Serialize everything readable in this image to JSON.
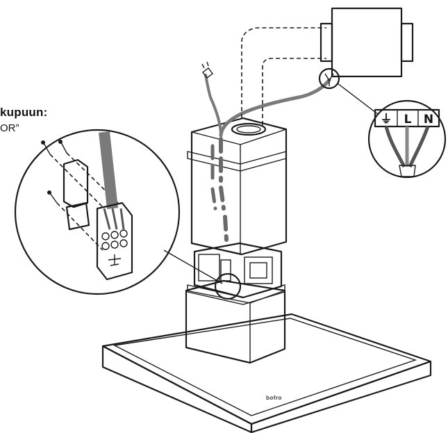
{
  "labels": {
    "connection_heading": "kupuun:",
    "connection_sub": "OR”"
  },
  "terminals": {
    "earth_symbol": "⏚",
    "live": "L",
    "neutral": "N"
  },
  "logo_text": "bofro",
  "colors": {
    "ink": "#1a1a1a",
    "hood_body": "#d9d9d9",
    "hood_dark": "#b0b0b0",
    "base_panel": "#e9e9e9",
    "cable": "#7a7a7a"
  }
}
